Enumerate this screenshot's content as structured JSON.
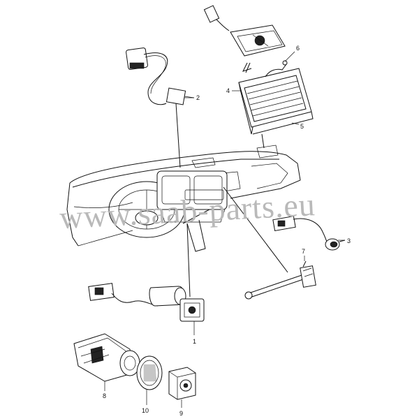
{
  "watermark": "www.saab-parts.eu",
  "callouts": [
    {
      "id": "1",
      "text": "1"
    },
    {
      "id": "2",
      "text": "2"
    },
    {
      "id": "3",
      "text": "3"
    },
    {
      "id": "4",
      "text": "4"
    },
    {
      "id": "5",
      "text": "5"
    },
    {
      "id": "6",
      "text": "6"
    },
    {
      "id": "7",
      "text": "7"
    },
    {
      "id": "8",
      "text": "8"
    },
    {
      "id": "9",
      "text": "9"
    },
    {
      "id": "10",
      "text": "10"
    }
  ]
}
